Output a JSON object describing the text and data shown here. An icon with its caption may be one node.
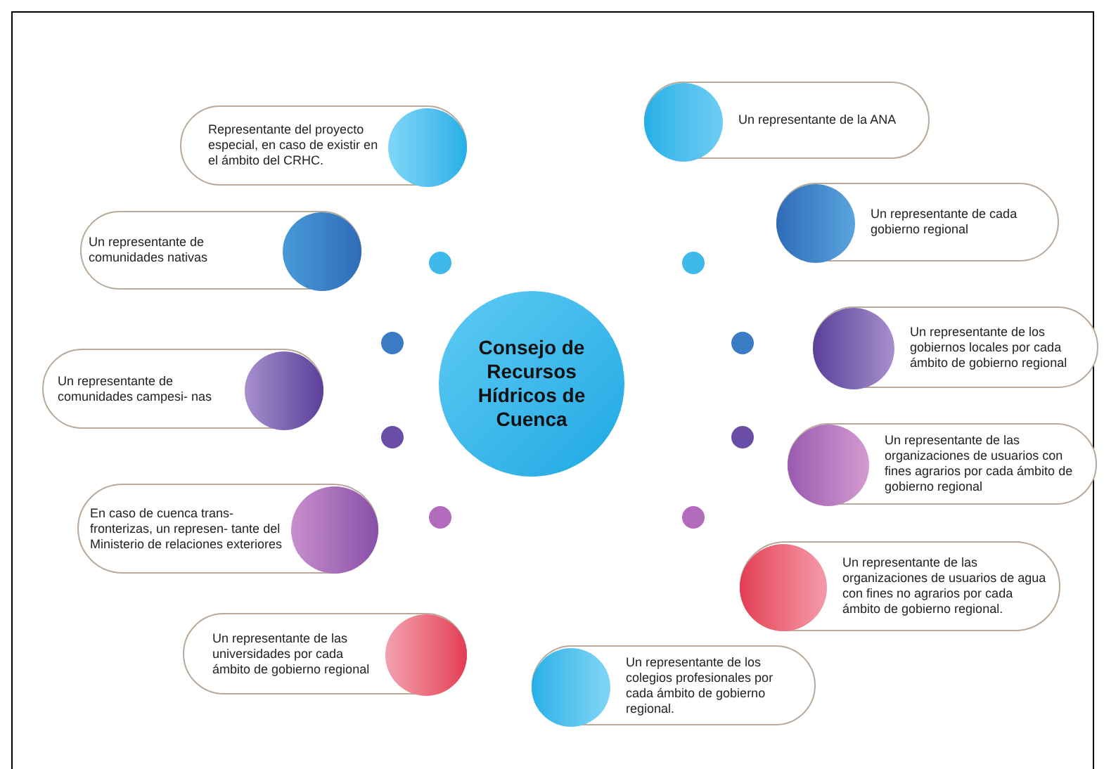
{
  "diagram": {
    "nodes": [
      {
        "text": [
          "Consejo de Recursos Hídricos de Cuenca"
        ]
      },
      {
        "text": [
          "Representante del proyecto especial, en caso de existir en el ámbito del CRHC."
        ]
      },
      {
        "text": [
          "Un representante de comunidades nativas"
        ]
      },
      {
        "text": [
          "Un representante de comunidades campesi- nas"
        ]
      },
      {
        "text": [
          "En caso de cuenca trans- fronterizas, un represen- tante del Ministerio de relaciones exteriores"
        ]
      },
      {
        "text": [
          "Un representante de las universidades por cada ámbito de gobierno regional"
        ]
      },
      {
        "text": [
          "Un representante de la ANA"
        ]
      },
      {
        "text": [
          "Un representante de cada gobierno regional"
        ]
      },
      {
        "text": [
          "Un representante de los gobiernos locales por cada ámbito de gobierno regional"
        ]
      },
      {
        "text": [
          "Un representante de las organizaciones de usuarios con fines agrarios por cada ámbito de gobierno regional"
        ]
      },
      {
        "text": [
          "Un representante de las organizaciones de usuarios de agua con fines no agrarios por cada ámbito de gobierno regional."
        ]
      },
      {
        "text": [
          "Un representante de los colegios profesionales por cada ámbito de gobierno regional."
        ]
      }
    ]
  }
}
